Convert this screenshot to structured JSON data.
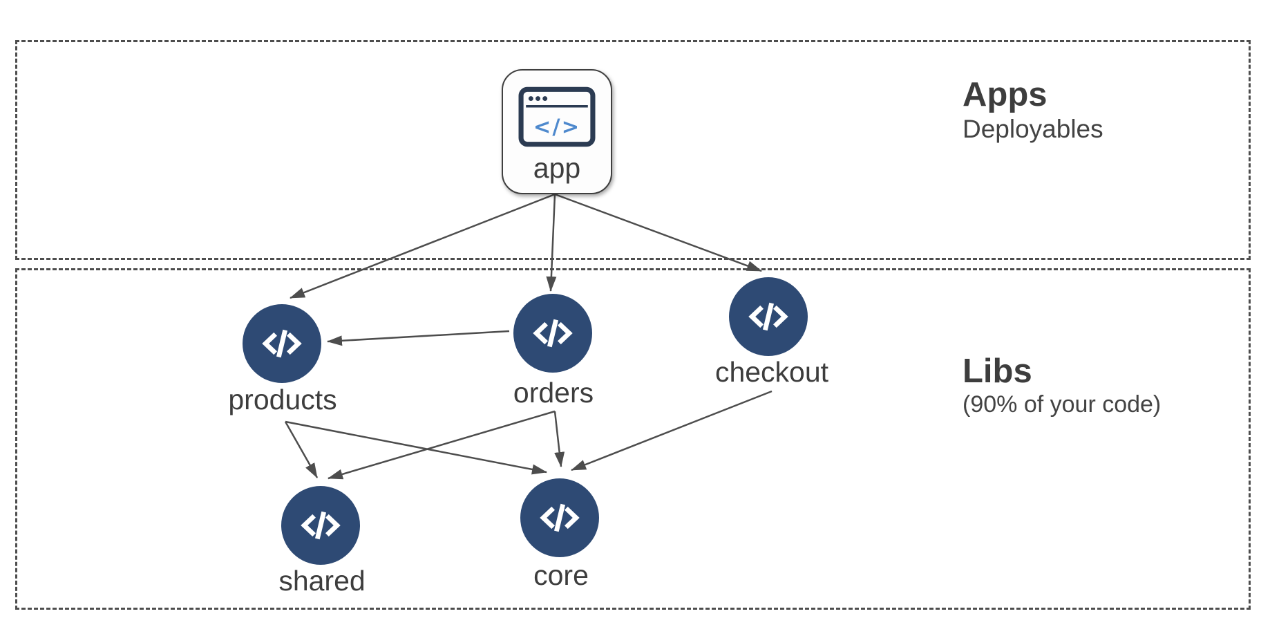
{
  "diagram": {
    "sections": [
      {
        "id": "apps",
        "title": "Apps",
        "subtitle": "Deployables"
      },
      {
        "id": "libs",
        "title": "Libs",
        "subtitle": "(90% of your code)"
      }
    ],
    "app_node": {
      "label": "app",
      "icon": "browser-code-icon"
    },
    "lib_nodes": [
      {
        "id": "products",
        "label": "products",
        "icon": "code-icon"
      },
      {
        "id": "orders",
        "label": "orders",
        "icon": "code-icon"
      },
      {
        "id": "checkout",
        "label": "checkout",
        "icon": "code-icon"
      },
      {
        "id": "shared",
        "label": "shared",
        "icon": "code-icon"
      },
      {
        "id": "core",
        "label": "core",
        "icon": "code-icon"
      }
    ],
    "edges": [
      {
        "from": "app",
        "to": "products"
      },
      {
        "from": "app",
        "to": "orders"
      },
      {
        "from": "app",
        "to": "checkout"
      },
      {
        "from": "orders",
        "to": "products"
      },
      {
        "from": "products",
        "to": "shared"
      },
      {
        "from": "products",
        "to": "core"
      },
      {
        "from": "orders",
        "to": "shared"
      },
      {
        "from": "orders",
        "to": "core"
      },
      {
        "from": "checkout",
        "to": "core"
      }
    ],
    "colors": {
      "node_fill": "#2e4a74",
      "node_glyph": "#ffffff",
      "arrow": "#4d4d4d",
      "frame_dash": "#4d4d4d",
      "text": "#3d3d3d",
      "app_icon_navy": "#2b3b52",
      "app_icon_blue": "#4e89cd",
      "card_background": "#fdfdfd"
    }
  }
}
